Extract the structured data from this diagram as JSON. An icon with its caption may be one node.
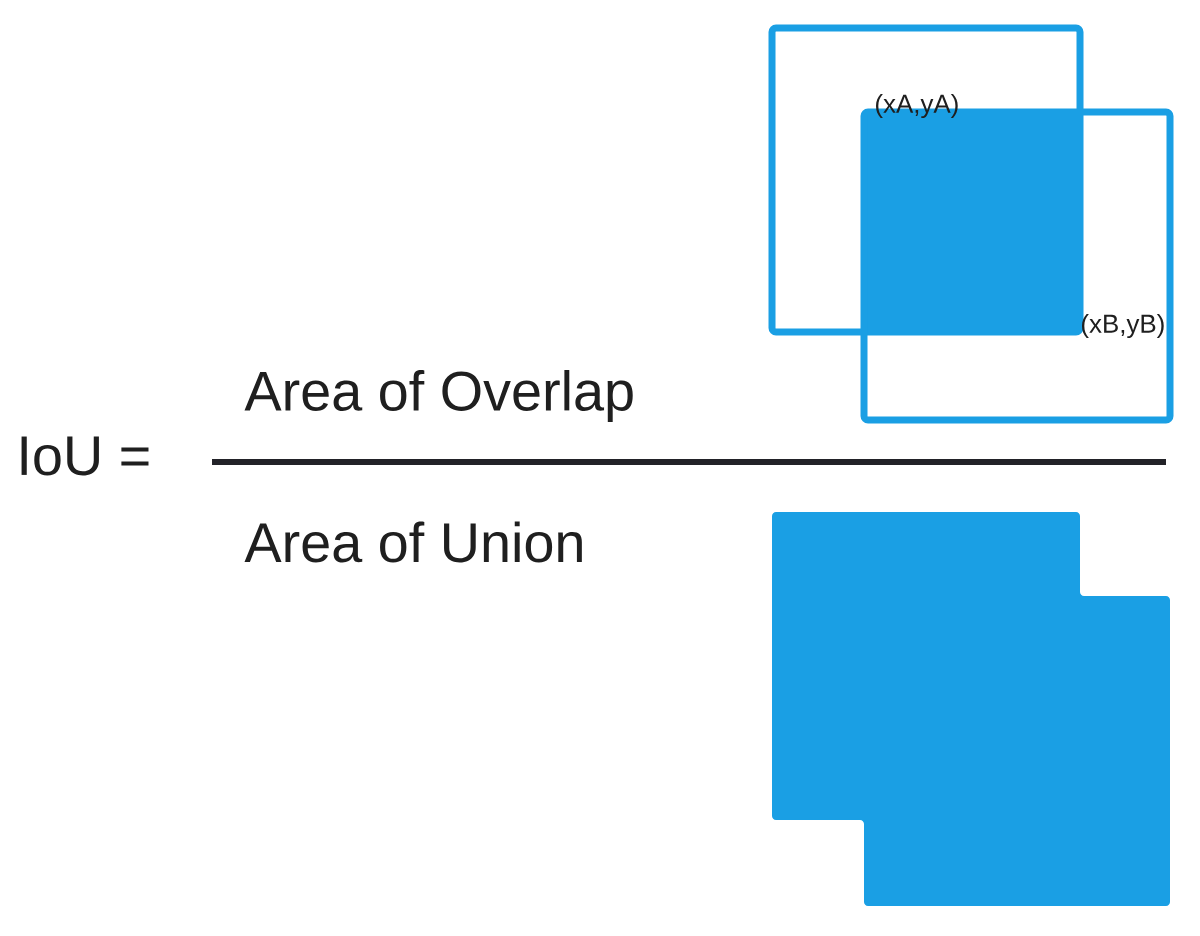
{
  "diagram": {
    "labels": [
      "(xA,yA)",
      "(xB,yB)",
      "IoU =",
      "Area of Overlap",
      "Area of Union"
    ]
  }
}
